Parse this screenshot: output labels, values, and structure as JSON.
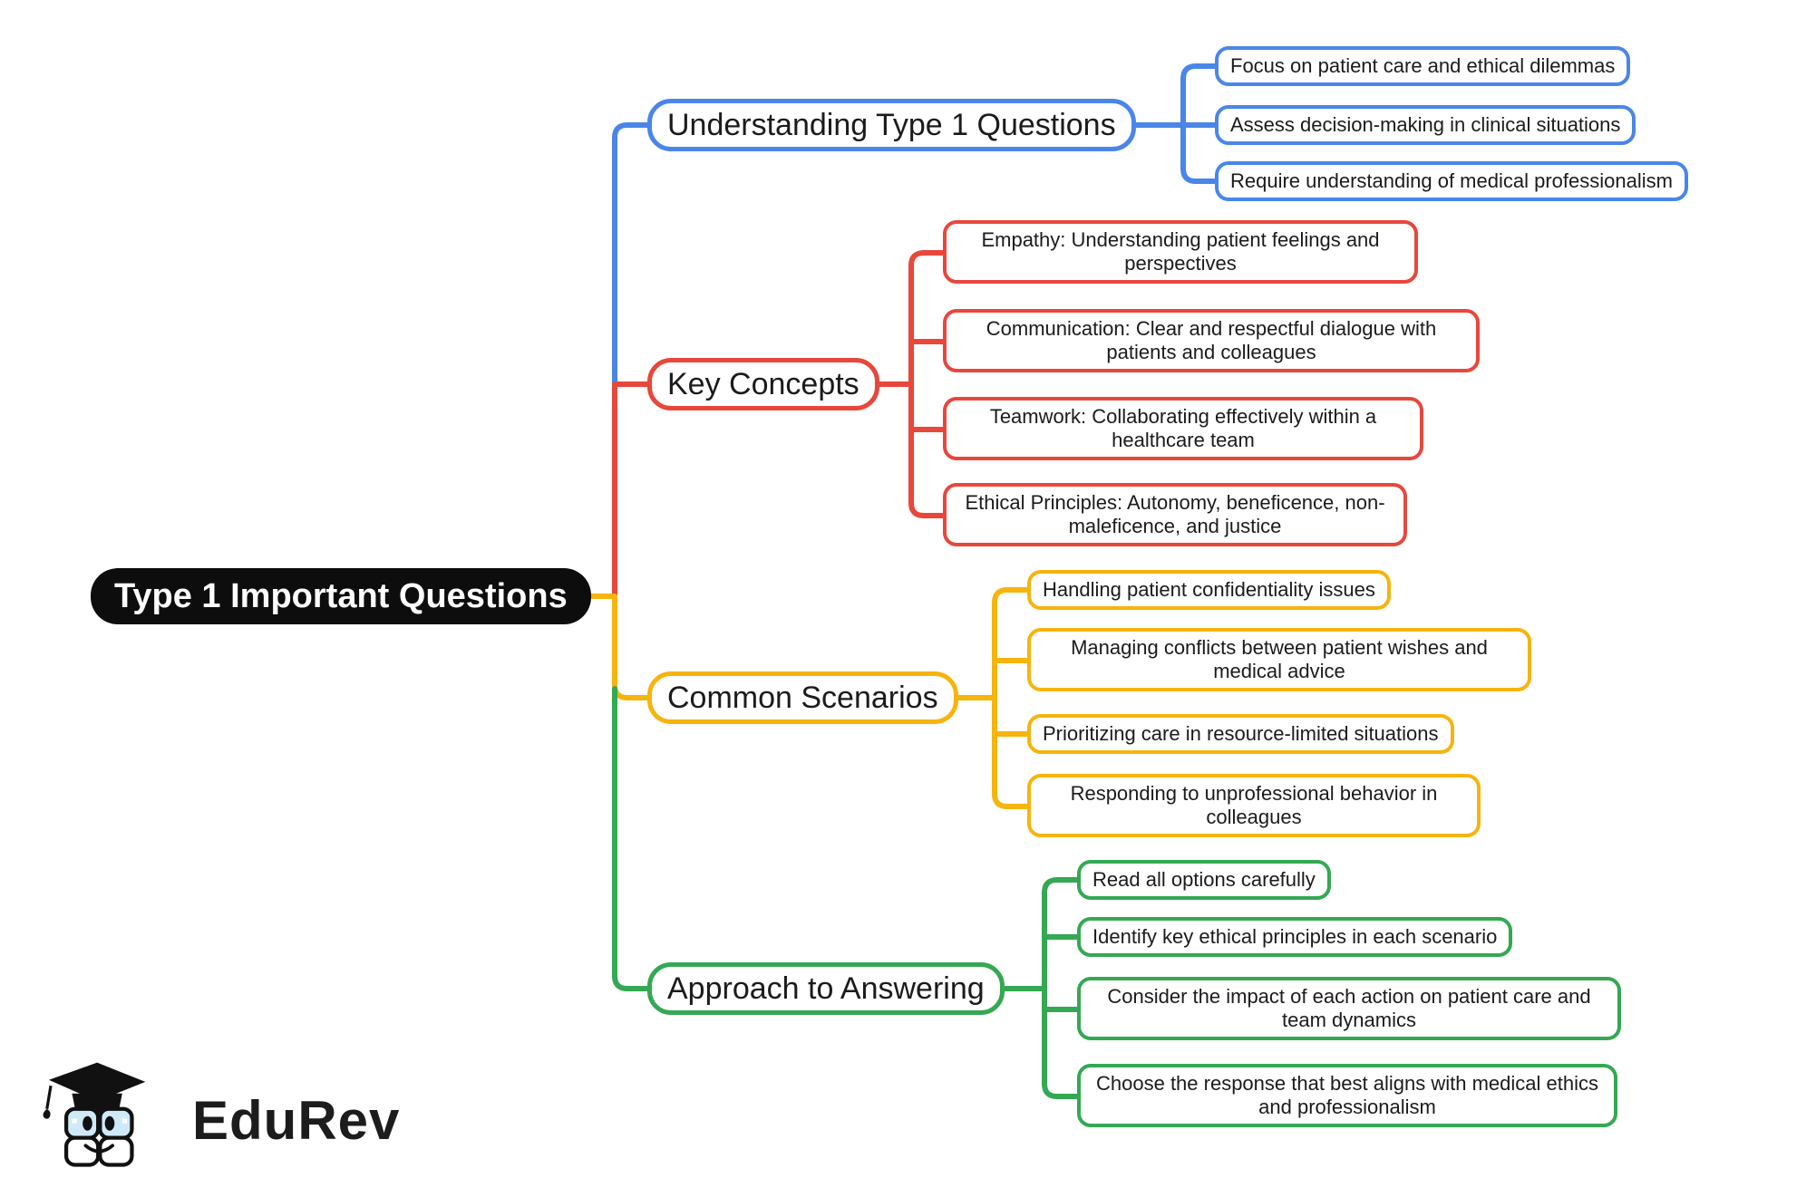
{
  "colors": {
    "blue": "#4a86e8",
    "red": "#e8473c",
    "yellow": "#f6b40e",
    "green": "#34a853",
    "rootBg": "#0d0d0d",
    "rootText": "#ffffff",
    "text": "#1b1b1b",
    "logoLens": "#cfe9f8"
  },
  "root": {
    "label": "Type 1 Important Questions"
  },
  "branches": [
    {
      "label": "Understanding Type 1 Questions",
      "color": "blue",
      "children": [
        "Focus on patient care and ethical dilemmas",
        "Assess decision-making in clinical situations",
        "Require understanding of medical professionalism"
      ]
    },
    {
      "label": "Key Concepts",
      "color": "red",
      "children": [
        "Empathy: Understanding patient feelings and perspectives",
        "Communication: Clear and respectful dialogue with patients and colleagues",
        "Teamwork: Collaborating effectively within a healthcare team",
        "Ethical Principles: Autonomy, beneficence, non-maleficence, and justice"
      ]
    },
    {
      "label": "Common Scenarios",
      "color": "yellow",
      "children": [
        "Handling patient confidentiality issues",
        "Managing conflicts between patient wishes and medical advice",
        "Prioritizing care in resource-limited situations",
        "Responding to unprofessional behavior in colleagues"
      ]
    },
    {
      "label": "Approach to Answering",
      "color": "green",
      "children": [
        "Read all options carefully",
        "Identify key ethical principles in each scenario",
        "Consider the impact of each action on patient care and team dynamics",
        "Choose the response that best aligns with medical ethics and professionalism"
      ]
    }
  ],
  "logo": {
    "brand": "EduRev"
  }
}
